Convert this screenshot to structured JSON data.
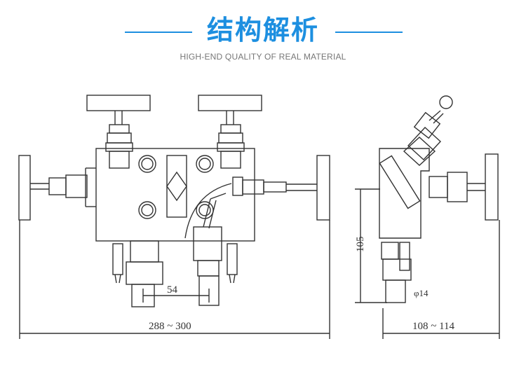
{
  "header": {
    "title": "结构解析",
    "subtitle": "HIGH-END QUALITY OF REAL MATERIAL"
  },
  "front_view": {
    "dim_center": "54",
    "dim_total": "288 ~ 300"
  },
  "side_view": {
    "dim_height": "105",
    "dim_dia": "φ14",
    "dim_total": "108 ~ 114"
  },
  "colors": {
    "accent": "#1d8fe0",
    "line": "#333333"
  }
}
